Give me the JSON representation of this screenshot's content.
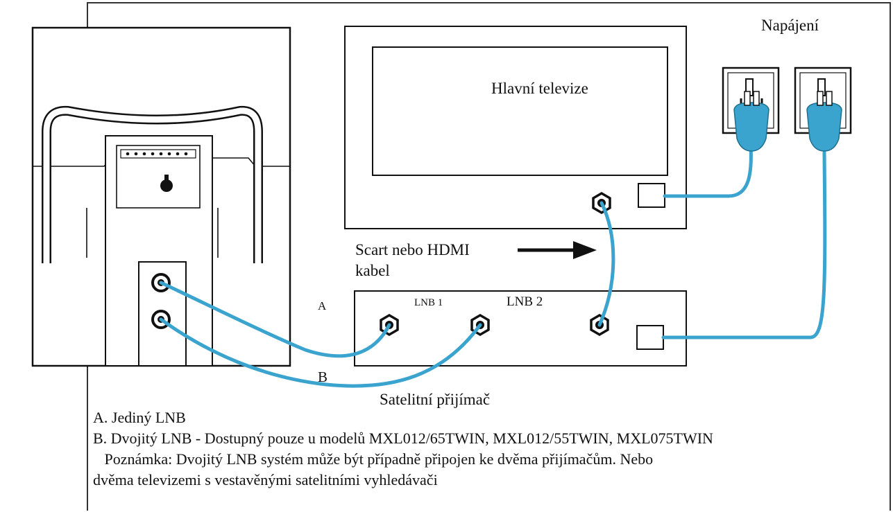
{
  "labels": {
    "power": "Napájení",
    "main_tv": "Hlavní televize",
    "cable_line1": "Scart nebo HDMI",
    "cable_line2": "kabel",
    "lnb1": "LNB 1",
    "lnb2": "LNB 2",
    "a": "A",
    "b": "B",
    "receiver": "Satelitní přijímač"
  },
  "notes": {
    "line_a": "A. Jediný LNB",
    "line_b": "B. Dvojitý LNB - Dostupný pouze u modelů MXL012/65TWIN, MXL012/55TWIN, MXL075TWIN",
    "note_line1": "   Poznámka: Dvojitý LNB systém může být případně připojen ke dvěma přijímačům. Nebo",
    "note_line2": "dvěma televizemi s vestavěnými satelitními vyhledávači"
  },
  "colors": {
    "cable": "#3aa4cf",
    "outline": "#111111",
    "background": "#ffffff"
  },
  "icons": {
    "plug": "power-plug-icon",
    "connector": "coax-connector-icon",
    "arrow": "arrow-right-icon"
  }
}
